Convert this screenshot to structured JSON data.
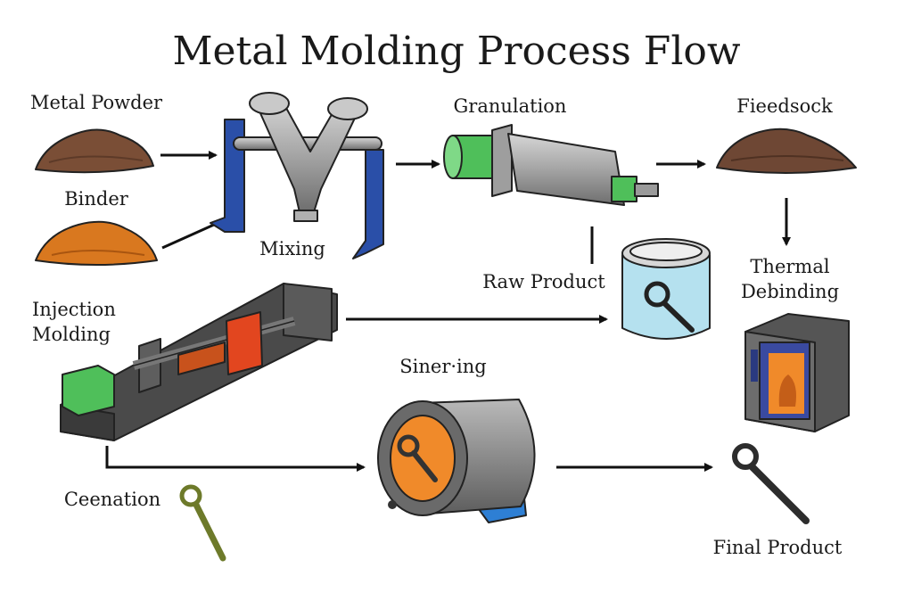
{
  "diagram": {
    "title": "Metal Molding Process Flow",
    "labels": {
      "metal_powder": "Metal Powder",
      "binder": "Binder",
      "mixing": "Mixing",
      "granulation": "Granulation",
      "feedstock": "Fieedsock",
      "raw_product": "Raw Product",
      "thermal_debinding_line1": "Thermal",
      "thermal_debinding_line2": "Debinding",
      "injection_molding_line1": "Injection",
      "injection_molding_line2": "Molding",
      "sintering": "Siner·ing",
      "ceenation": "Ceenation",
      "final_product": "Final Product"
    },
    "icons": {
      "metal_powder": "powder-pile-icon",
      "binder": "binder-pile-icon",
      "mixer": "y-mixer-icon",
      "granulator": "granulator-cylinder-icon",
      "feedstock": "feedstock-pile-icon",
      "raw_product": "jar-with-part-icon",
      "debinding_oven": "oven-icon",
      "injection_machine": "injection-machine-icon",
      "sintering_drum": "sintering-drum-icon",
      "green_part": "eye-bolt-icon",
      "final_part": "eye-bolt-icon"
    },
    "colors": {
      "powder_brown": "#7a4e36",
      "binder_orange": "#d9781f",
      "frame_blue": "#2a4fa8",
      "steel_gray": "#9a9a9a",
      "accent_green": "#4fbf5a",
      "mold_red": "#e2461f",
      "glass_blue": "#a8dcec",
      "oven_glow": "#f08a2a",
      "green_part": "#6d7a2a",
      "final_part": "#2d2d2d"
    }
  }
}
